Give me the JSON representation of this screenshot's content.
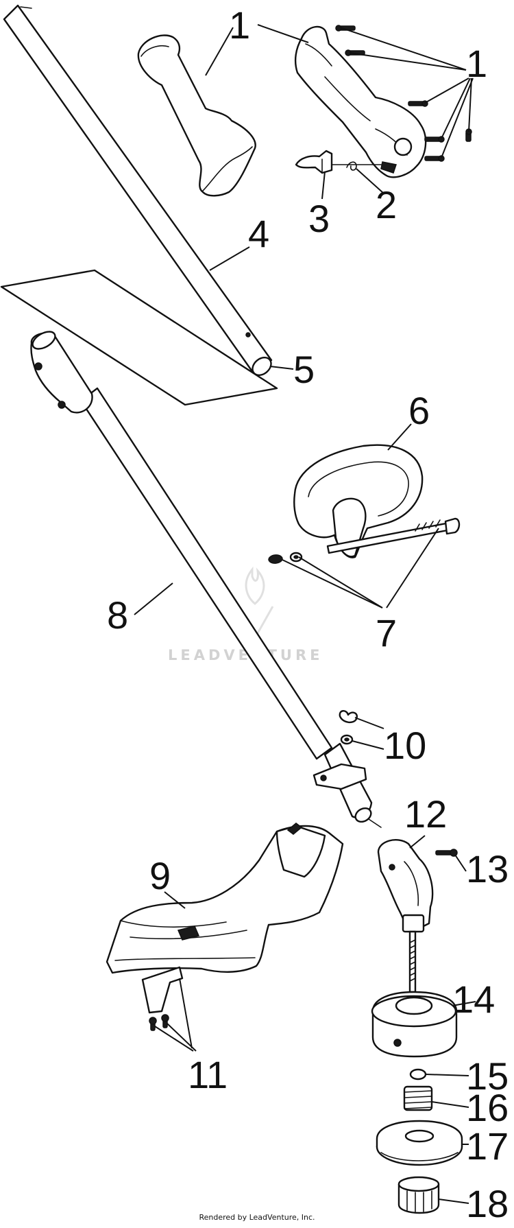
{
  "diagram": {
    "callouts": [
      {
        "id": "1a",
        "text": "1"
      },
      {
        "id": "1b",
        "text": "1"
      },
      {
        "id": "2",
        "text": "2"
      },
      {
        "id": "3",
        "text": "3"
      },
      {
        "id": "4",
        "text": "4"
      },
      {
        "id": "5",
        "text": "5"
      },
      {
        "id": "6",
        "text": "6"
      },
      {
        "id": "7",
        "text": "7"
      },
      {
        "id": "8",
        "text": "8"
      },
      {
        "id": "9",
        "text": "9"
      },
      {
        "id": "10",
        "text": "10"
      },
      {
        "id": "11",
        "text": "11"
      },
      {
        "id": "12",
        "text": "12"
      },
      {
        "id": "13",
        "text": "13"
      },
      {
        "id": "14",
        "text": "14"
      },
      {
        "id": "15",
        "text": "15"
      },
      {
        "id": "16",
        "text": "16"
      },
      {
        "id": "17",
        "text": "17"
      },
      {
        "id": "18",
        "text": "18"
      }
    ]
  },
  "watermark": {
    "text": "LEADVENTURE",
    "icon": "flame-logo-icon"
  },
  "footer": {
    "text": "Rendered by LeadVenture, Inc."
  }
}
